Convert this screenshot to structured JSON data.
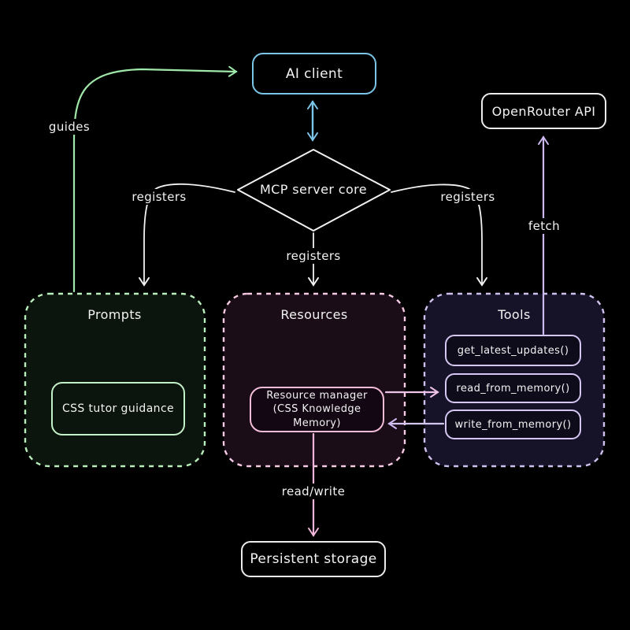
{
  "diagram": {
    "title_implicit": "MCP server architecture diagram",
    "nodes": {
      "ai_client": {
        "label": "AI client",
        "border_color": "#7cc5e8"
      },
      "mcp_core": {
        "label": "MCP server core",
        "border_color": "#f2f2f2",
        "shape": "diamond"
      },
      "openrouter": {
        "label": "OpenRouter API",
        "border_color": "#ececec"
      },
      "persistent_storage": {
        "label": "Persistent storage",
        "border_color": "#ececec"
      },
      "css_tutor": {
        "label": "CSS tutor guidance",
        "border_color": "#c4f0c8"
      },
      "resource_manager": {
        "label_line1": "Resource manager",
        "label_line2": "(CSS Knowledge Memory)",
        "border_color": "#f2bcd9"
      },
      "tool_get_latest": {
        "label": "get_latest_updates()",
        "border_color": "#d5c6f2"
      },
      "tool_read": {
        "label": "read_from_memory()",
        "border_color": "#d5c6f2"
      },
      "tool_write": {
        "label": "write_from_memory()",
        "border_color": "#d5c6f2"
      }
    },
    "groups": {
      "prompts": {
        "label": "Prompts",
        "border_color": "#b9edbb",
        "fill": "#0c150d",
        "border_style": "dashed"
      },
      "resources": {
        "label": "Resources",
        "border_color": "#f6cae4",
        "fill": "#1a0d18",
        "border_style": "dashed"
      },
      "tools": {
        "label": "Tools",
        "border_color": "#cfc0ee",
        "fill": "#161329",
        "border_style": "dashed"
      }
    },
    "edges": {
      "guides": {
        "label": "guides",
        "from": "Prompts",
        "to": "AI client",
        "color": "#9fe8a9"
      },
      "client_core": {
        "label": "",
        "from": "AI client",
        "to": "MCP server core",
        "color": "#7cc5e8",
        "bidirectional": true
      },
      "registers_left": {
        "label": "registers",
        "from": "MCP server core",
        "to": "Prompts",
        "color": "#f2f2f2"
      },
      "registers_middle": {
        "label": "registers",
        "from": "MCP server core",
        "to": "Resources",
        "color": "#f2f2f2"
      },
      "registers_right": {
        "label": "registers",
        "from": "MCP server core",
        "to": "Tools",
        "color": "#f2f2f2"
      },
      "fetch": {
        "label": "fetch",
        "from": "get_latest_updates()",
        "to": "OpenRouter API",
        "color": "#cdb9f0"
      },
      "read_write": {
        "label": "read/write",
        "from": "Resource manager",
        "to": "Persistent storage",
        "color": "#f2b6dc"
      },
      "manager_to_read": {
        "label": "",
        "from": "Resource manager",
        "to": "read_from_memory()",
        "color": "#eec3e8"
      },
      "write_to_manager": {
        "label": "",
        "from": "write_from_memory()",
        "to": "Resource manager",
        "color": "#d4c5f0"
      }
    },
    "colors": {
      "background": "#000000",
      "text": "#f2f2f2",
      "accent_blue": "#7cc5e8",
      "accent_green": "#9fe8a9",
      "accent_pink": "#f2b6dc",
      "accent_lavender": "#cdb9f0"
    }
  }
}
